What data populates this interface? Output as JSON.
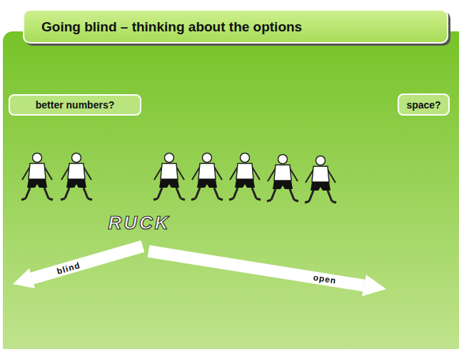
{
  "diagram": {
    "title": "Going blind – thinking about the options",
    "nodes": [
      {
        "text": [
          "better numbers?"
        ]
      },
      {
        "text": [
          "space?"
        ]
      }
    ],
    "labels": [
      "RUCK",
      "blind",
      "open"
    ]
  }
}
